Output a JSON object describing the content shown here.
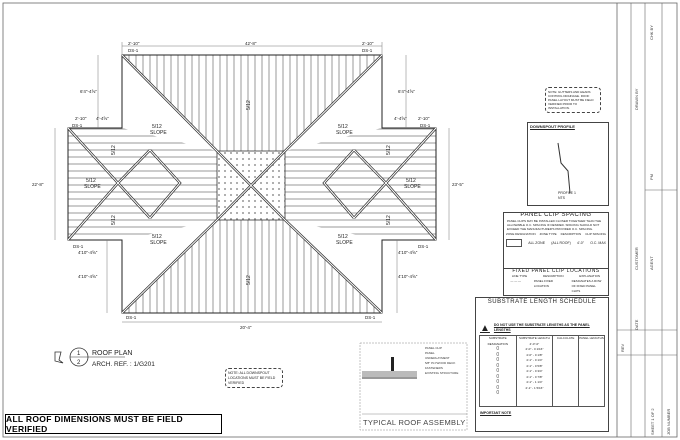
{
  "plan": {
    "dims": {
      "top_left": "2'-10\"",
      "top_center": "42'-8\"",
      "top_right": "2'-10\"",
      "upper_left": "6'4\"-4⅝\"",
      "upper_right": "6'4\"-4⅝\"",
      "wing_left_top": "2'-10\"",
      "wing_left_top2": "4'-4⅝\"",
      "wing_right_top": "2'-10\"",
      "wing_right_top2": "4'-4⅝\"",
      "left_height": "22'-8\"",
      "right_height": "23'-5\"",
      "lower_left": "4'10\"-4⅝\"",
      "lower_right": "4'10\"-4⅝\"",
      "lower_left2": "4'10\"-4⅝\"",
      "lower_right2": "4'10\"-4⅝\"",
      "bottom": "20'-4\""
    },
    "downspout": "DS-1",
    "slope_value": "5/12",
    "slope_word": "SLOPE"
  },
  "title": {
    "number_top": "1",
    "number_bottom": "2",
    "name": "ROOF PLAN",
    "ref": "ARCH. REF. : 1/G201"
  },
  "cloud_note": "NOTE: ALL DOWNSPOUT LOCATIONS MUST BE FIELD VERIFIED",
  "top_note": "NOTE: GUTTERS AND HEADS CONTROL DRAINAGE. ROOF PANEL LAYOUT MUST BE FIELD VERIFIED PRIOR TO INSTALLATION.",
  "banner": "ALL ROOF DIMENSIONS MUST BE FIELD VERIFIED",
  "assembly": {
    "title": "TYPICAL ROOF ASSEMBLY",
    "labels": [
      "PANEL CLIP",
      "PANEL",
      "UNDERLAYMENT",
      "5/8\" PLYWOOD DECK",
      "FASTENERS",
      "EXISTING STRUCTURE"
    ]
  },
  "profile": {
    "title": "DOWNSPOUT PROFILE",
    "sub": "PROFILE 1",
    "scale": "NTS"
  },
  "clip_spacing": {
    "title": "PANEL CLIP SPACING",
    "text": "PANEL CLIPS MAY BE INSTALLED CLOSER TOGETHER THAN THE ALLOWABLE O.C. SPACING IF DESIRED. SPACING SHOULD NOT EXCEED THE MANUFACTURER'S PROVIDED O.C. SPACING.",
    "headers": [
      "ZONE DESIGNATION",
      "ZONE TYPE",
      "DESCRIPTION",
      "CLIP SPACING"
    ],
    "row": [
      "ALL ZONE",
      "(ALL ROOF)",
      "4'-0\"",
      "O.C. MAX"
    ]
  },
  "fixed_clip": {
    "title": "FIXED PANEL CLIP LOCATIONS",
    "headers": [
      "LINE TYPE",
      "DESCRIPTION",
      "EXPLANATION"
    ],
    "row": [
      "— — —",
      "PANEL FIXED LOCATION",
      "DESIGNATES A ROW OF FIXED PANEL CLIPS"
    ]
  },
  "substrate": {
    "title": "SUBSTRATE LENGTH SCHEDULE",
    "warning": "DO NOT USE THE SUBSTRATE LENGTHS AS THE PANEL LENGTHS",
    "headers": [
      "SUBSTRATE DESIGNATION",
      "SUBSTRATE LENGTH",
      "CALCULATE",
      "PANEL LENGTHS"
    ],
    "lengths": [
      "4'-0\"-0\"",
      "4'-0\" - 0 1/16\"",
      "4'-0\" - 0 1/8\"",
      "4'-1\" - 0 1/4\"",
      "4'-1\" - 0 5/8\"",
      "4'-1\" - 0 3/4\"",
      "4'-1\" - 0 7/8\"",
      "4'-1\" - 1 1/4\"",
      "4'-1\" - 1 5/16\""
    ],
    "footer": "IMPORTANT NOTE"
  },
  "title_block": {
    "sheet": "SHEET 1 OF 2",
    "job": "JOB NUMBER",
    "date": "DATE",
    "customer": "CUSTOMER",
    "agent": "AGENT",
    "pm": "PM",
    "drawn": "DRAWN BY",
    "chk": "CHK BY",
    "rev": "REV"
  }
}
